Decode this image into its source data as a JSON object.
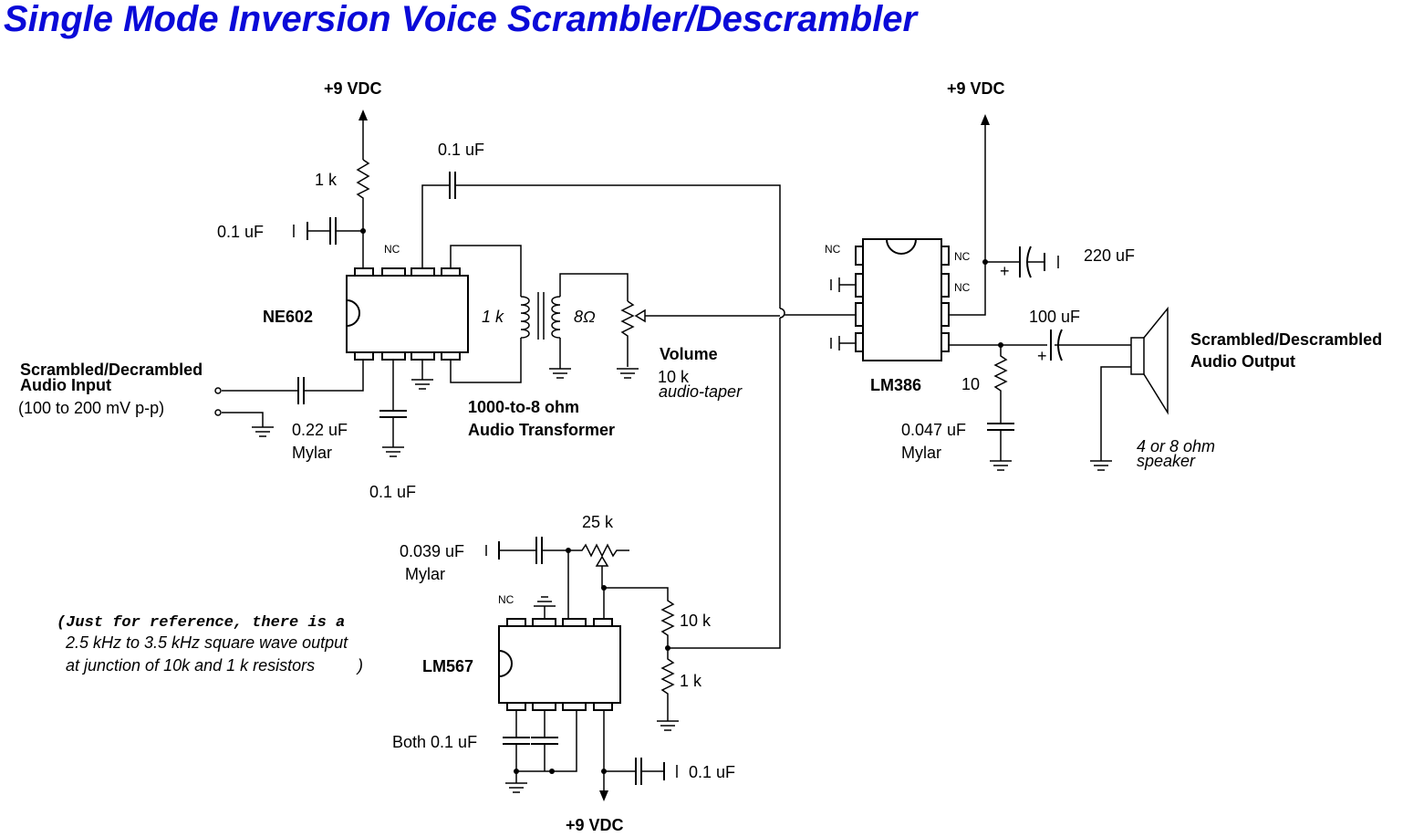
{
  "title": "Single Mode Inversion Voice Scrambler/Descrambler",
  "chips": {
    "ne602": "NE602",
    "lm386": "LM386",
    "lm567": "LM567",
    "nc": "NC"
  },
  "supply": {
    "vdc": "+9 VDC"
  },
  "labels": {
    "r_1k_top": "1 k",
    "c_01_left": "0.1 uF",
    "c_01_coupling": "0.1 uF",
    "input_title_1": "Scrambled/Decrambled",
    "input_title_2": "Audio Input",
    "input_level": "(100 to 200 mV p-p)",
    "c_022": "0.22 uF",
    "mylar_1": "Mylar",
    "c_01_bottom": "0.1 uF",
    "xfmr_pri": "1 k",
    "xfmr_sec": "8Ω",
    "xfmr_title_1": "1000-to-8 ohm",
    "xfmr_title_2": "Audio Transformer",
    "volume": "Volume",
    "vol_value": "10 k",
    "vol_taper": "audio-taper",
    "c_220": "220 uF",
    "c_100": "100 uF",
    "r_10": "10",
    "c_0047": "0.047 uF",
    "mylar_2": "Mylar",
    "output_title_1": "Scrambled/Descrambled",
    "output_title_2": "Audio Output",
    "speaker_1": "4 or 8 ohm",
    "speaker_2": "speaker",
    "c_0039": "0.039 uF",
    "mylar_3": "Mylar",
    "r_25k": "25 k",
    "r_10k": "10 k",
    "r_1k_bottom": "1 k",
    "both_caps": "Both 0.1 uF",
    "c_01_567": "0.1 uF",
    "plus": "+"
  },
  "note": {
    "line1": "(Just for reference, there is a",
    "line2": "2.5 kHz to 3.5 kHz square wave output",
    "line3": "at junction of 10k and 1 k resistors",
    "close": ")"
  }
}
